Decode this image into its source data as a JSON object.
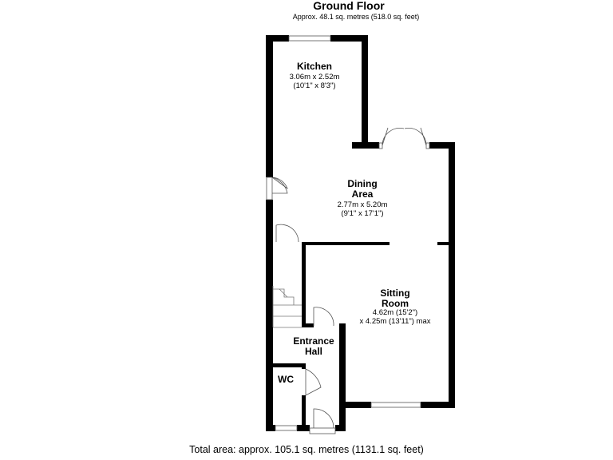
{
  "header": {
    "title": "Ground Floor",
    "subtitle": "Approx. 48.1 sq. metres (518.0 sq. feet)"
  },
  "rooms": [
    {
      "name": "Kitchen",
      "dim1": "3.06m x 2.52m",
      "dim2": "(10'1\" x 8'3\")"
    },
    {
      "name_line1": "Dining",
      "name_line2": "Area",
      "dim1": "2.77m x 5.20m",
      "dim2": "(9'1\" x 17'1\")"
    },
    {
      "name_line1": "Sitting",
      "name_line2": "Room",
      "dim1": "4.62m (15'2\")",
      "dim2": "x 4.25m (13'11\") max"
    },
    {
      "name_line1": "Entrance",
      "name_line2": "Hall"
    },
    {
      "name": "WC"
    }
  ],
  "footer": {
    "total": "Total area: approx. 105.1 sq. metres (1131.1 sq. feet)"
  }
}
